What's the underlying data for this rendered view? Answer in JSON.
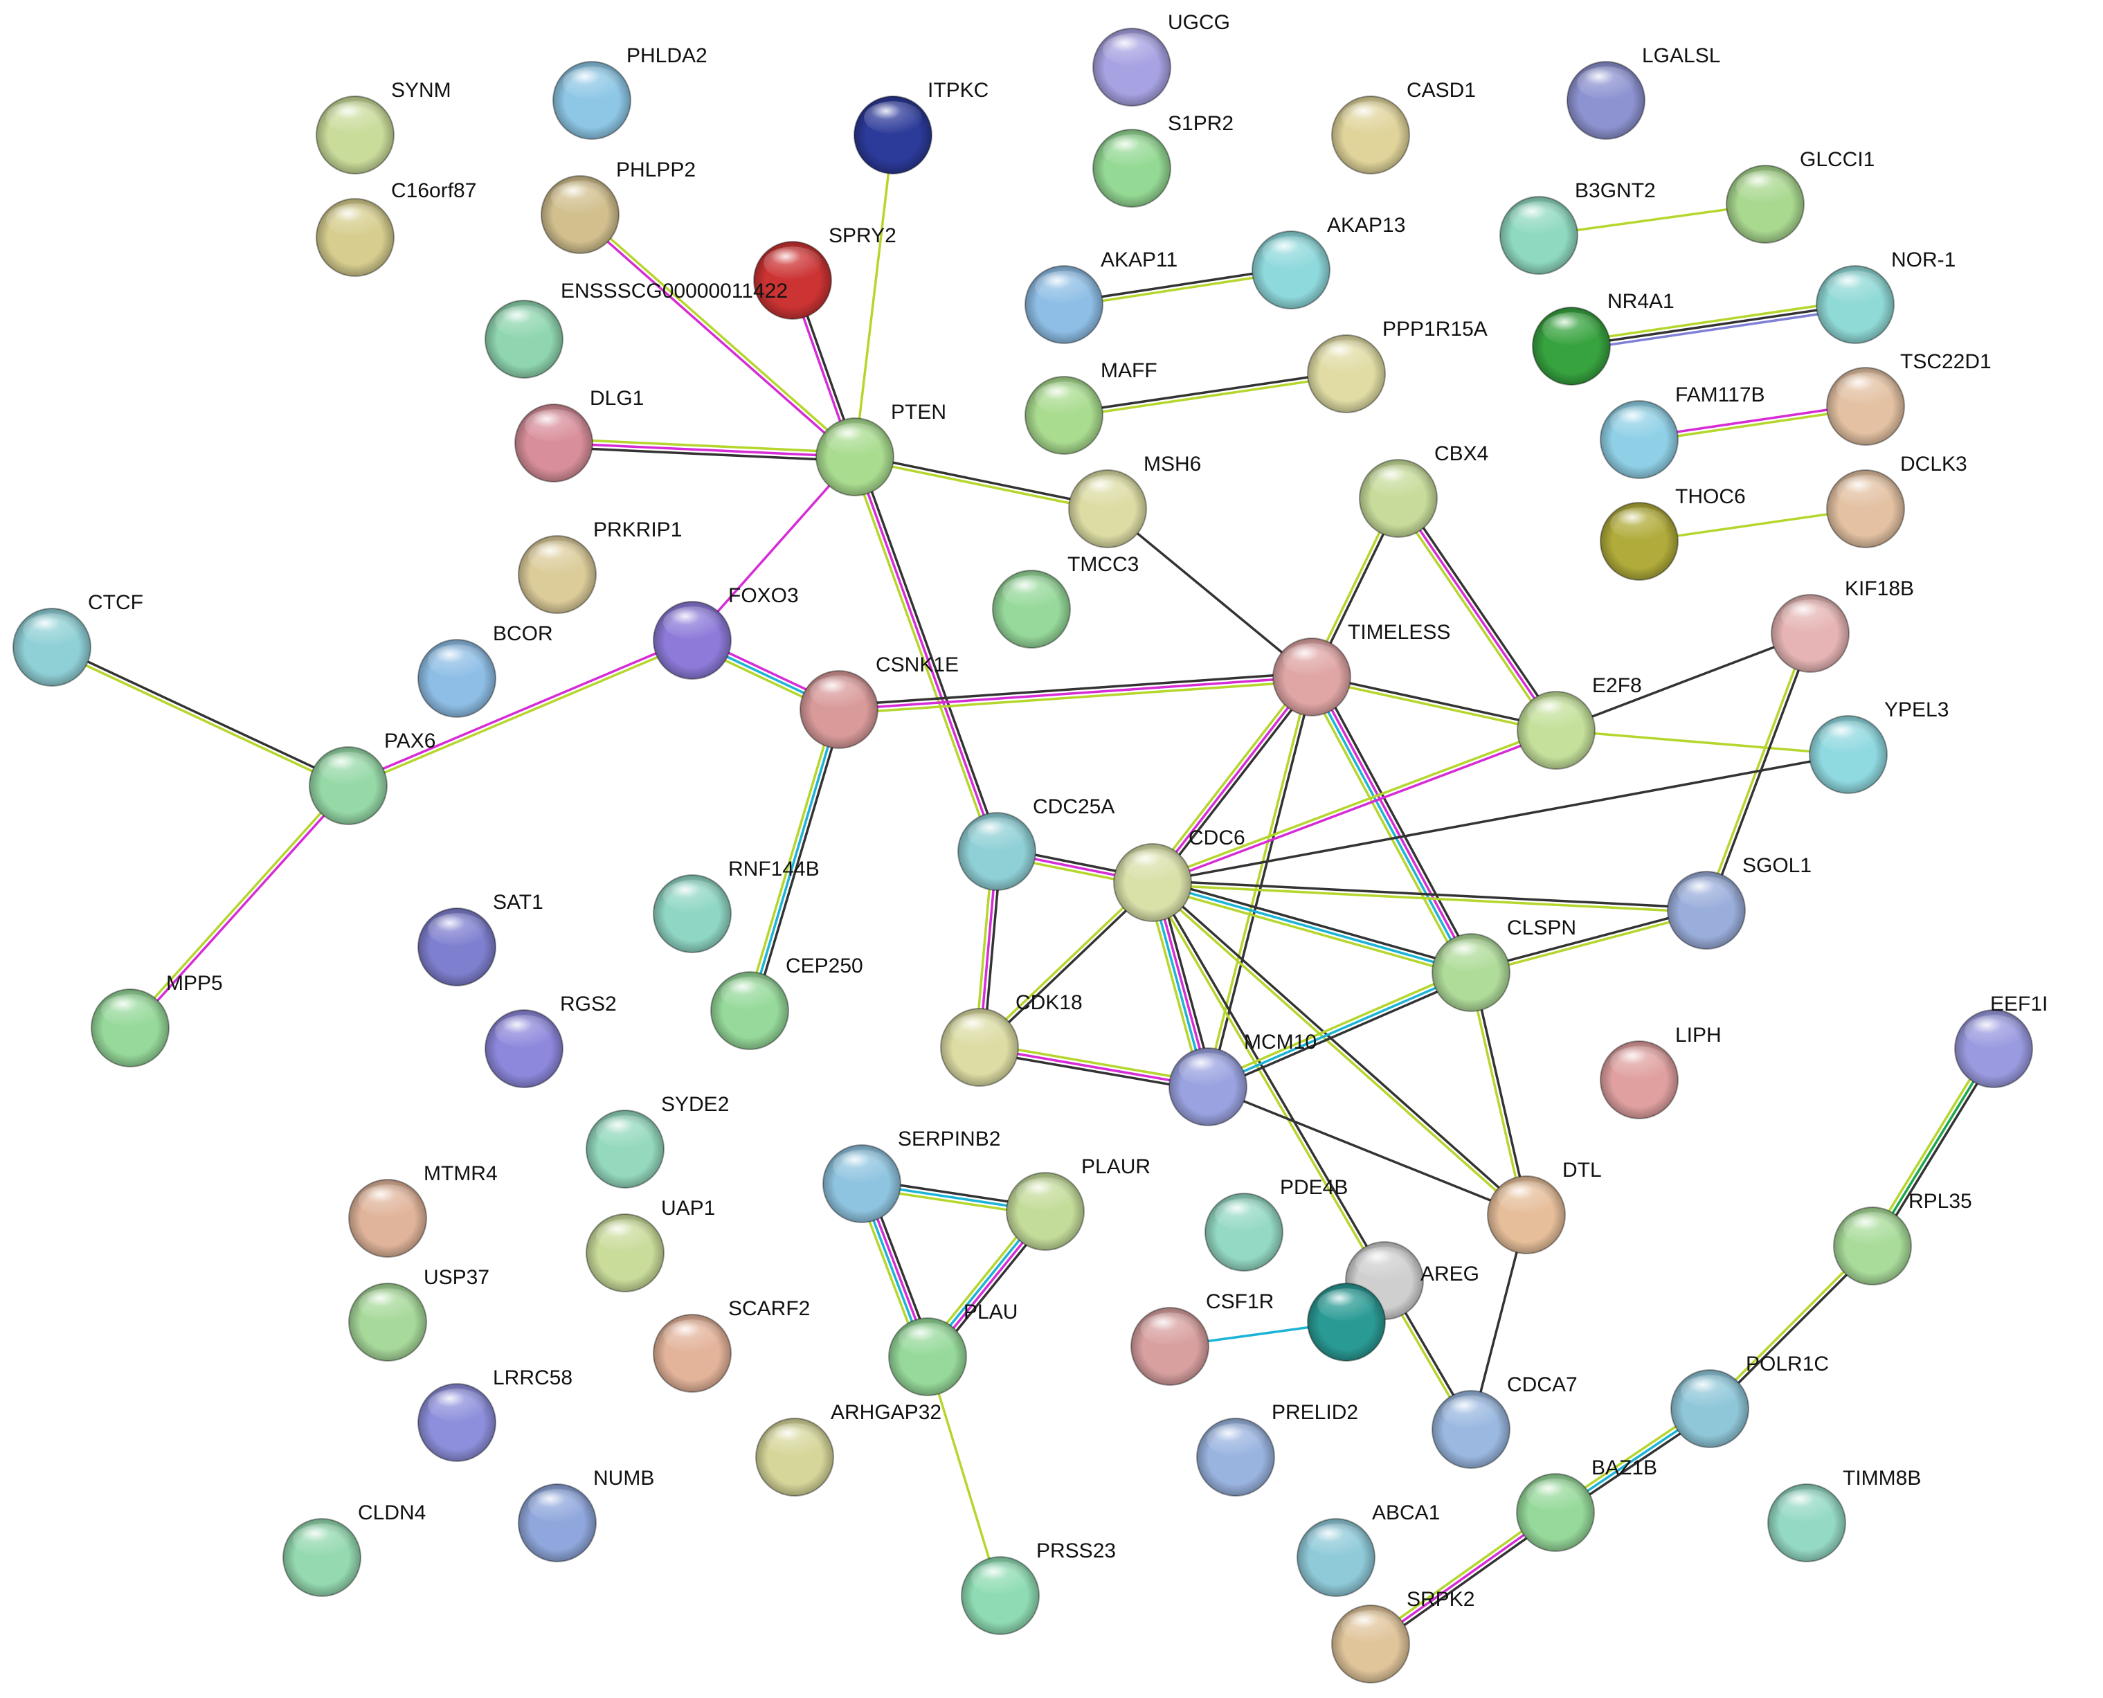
{
  "nodes": [
    {
      "id": "SYNM",
      "color": "#c9dc9a"
    },
    {
      "id": "C16orf87",
      "color": "#d6cd8e"
    },
    {
      "id": "PHLDA2",
      "color": "#8ec7e6"
    },
    {
      "id": "PHLPP2",
      "color": "#d2bf8e"
    },
    {
      "id": "ITPKC",
      "color": "#2c3a99"
    },
    {
      "id": "SPRY2",
      "color": "#cc3333"
    },
    {
      "id": "ENSSSCG00000011422",
      "color": "#8fd6b0"
    },
    {
      "id": "UGCG",
      "color": "#a7a2e2"
    },
    {
      "id": "S1PR2",
      "color": "#94d994"
    },
    {
      "id": "CASD1",
      "color": "#e0d49a"
    },
    {
      "id": "LGALSL",
      "color": "#8d93d1"
    },
    {
      "id": "GLCCI1",
      "color": "#a9d88f"
    },
    {
      "id": "B3GNT2",
      "color": "#8fd9c0"
    },
    {
      "id": "AKAP11",
      "color": "#8ebee6"
    },
    {
      "id": "AKAP13",
      "color": "#8ed9dc"
    },
    {
      "id": "NR4A1",
      "color": "#37a33f"
    },
    {
      "id": "NOR-1",
      "color": "#8fd9d6"
    },
    {
      "id": "MAFF",
      "color": "#a9dc8f"
    },
    {
      "id": "PPP1R15A",
      "color": "#e0dca4"
    },
    {
      "id": "DLG1",
      "color": "#d98f9b"
    },
    {
      "id": "PTEN",
      "color": "#a9dc8f"
    },
    {
      "id": "MSH6",
      "color": "#dcdca4"
    },
    {
      "id": "CBX4",
      "color": "#c7dc9a"
    },
    {
      "id": "FAM117B",
      "color": "#8fd0e6"
    },
    {
      "id": "TSC22D1",
      "color": "#e3c1a2"
    },
    {
      "id": "THOC6",
      "color": "#b0ab3a"
    },
    {
      "id": "DCLK3",
      "color": "#e3c1a2"
    },
    {
      "id": "PRKRIP1",
      "color": "#dccc9a"
    },
    {
      "id": "TMCC3",
      "color": "#96d99a"
    },
    {
      "id": "KIF18B",
      "color": "#e6b4b4"
    },
    {
      "id": "CTCF",
      "color": "#8fd0d6"
    },
    {
      "id": "BCOR",
      "color": "#8ebee6"
    },
    {
      "id": "FOXO3",
      "color": "#8d7ad9"
    },
    {
      "id": "CSNK1E",
      "color": "#d99a9a"
    },
    {
      "id": "TIMELESS",
      "color": "#e0a5a5"
    },
    {
      "id": "E2F8",
      "color": "#c4e09a"
    },
    {
      "id": "YPEL3",
      "color": "#8fd9e0"
    },
    {
      "id": "PAX6",
      "color": "#96d9a7"
    },
    {
      "id": "CDC25A",
      "color": "#8fd0d6"
    },
    {
      "id": "CDC6",
      "color": "#d9e0a8"
    },
    {
      "id": "RNF144B",
      "color": "#8fd6c4"
    },
    {
      "id": "SGOL1",
      "color": "#9aaedb"
    },
    {
      "id": "SAT1",
      "color": "#7f7fd0"
    },
    {
      "id": "CEP250",
      "color": "#96d99a"
    },
    {
      "id": "CLSPN",
      "color": "#b0dc9a"
    },
    {
      "id": "MPP5",
      "color": "#96d99a"
    },
    {
      "id": "RGS2",
      "color": "#8d88dc"
    },
    {
      "id": "CDK18",
      "color": "#dcdca4"
    },
    {
      "id": "MCM10",
      "color": "#9aa2e0"
    },
    {
      "id": "LIPH",
      "color": "#e0a0a0"
    },
    {
      "id": "EEF1I",
      "color": "#9a9ae0"
    },
    {
      "id": "SYDE2",
      "color": "#94d9be"
    },
    {
      "id": "MTMR4",
      "color": "#e0b49a"
    },
    {
      "id": "SERPINB2",
      "color": "#8fc4e0"
    },
    {
      "id": "PLAUR",
      "color": "#c4dc9a"
    },
    {
      "id": "UAP1",
      "color": "#c9dc9a"
    },
    {
      "id": "PDE4B",
      "color": "#94d9c4"
    },
    {
      "id": "DTL",
      "color": "#e6be9a"
    },
    {
      "id": "RPL35",
      "color": "#a9dc9a"
    },
    {
      "id": "USP37",
      "color": "#a7d99a"
    },
    {
      "id": "AREG",
      "color": null
    },
    {
      "id": "SCARF2",
      "color": "#e3b39a"
    },
    {
      "id": "PLAU",
      "color": "#96d99a"
    },
    {
      "id": "CSF1R",
      "color": "#d9a0a0"
    },
    {
      "id": "ANON-TEAL",
      "color": "#2a9a94",
      "nolabel": true
    },
    {
      "id": "LRRC58",
      "color": "#8d8fdc"
    },
    {
      "id": "CDCA7",
      "color": "#9ab8e0"
    },
    {
      "id": "POLR1C",
      "color": "#8fc7d9"
    },
    {
      "id": "ARHGAP32",
      "color": "#d6d69a"
    },
    {
      "id": "PRELID2",
      "color": "#9ab4e0"
    },
    {
      "id": "NUMB",
      "color": "#8fa7dc"
    },
    {
      "id": "BAZ1B",
      "color": "#96d99a"
    },
    {
      "id": "TIMM8B",
      "color": "#94d9c4"
    },
    {
      "id": "CLDN4",
      "color": "#94d9b0"
    },
    {
      "id": "ABCA1",
      "color": "#8fcad9"
    },
    {
      "id": "PRSS23",
      "color": "#8fdcb4"
    },
    {
      "id": "SRPK2",
      "color": "#e0c49a"
    }
  ],
  "edges": [
    {
      "source": "PTEN",
      "target": "ITPKC",
      "colors": [
        "#b5d62c"
      ]
    },
    {
      "source": "PTEN",
      "target": "SPRY2",
      "colors": [
        "#d62cd6",
        "#333333"
      ]
    },
    {
      "source": "PTEN",
      "target": "PHLPP2",
      "colors": [
        "#d62cd6",
        "#b5d62c"
      ]
    },
    {
      "source": "PTEN",
      "target": "DLG1",
      "colors": [
        "#333333",
        "#d62cd6",
        "#b5d62c"
      ]
    },
    {
      "source": "PTEN",
      "target": "MSH6",
      "colors": [
        "#333333",
        "#b5d62c"
      ]
    },
    {
      "source": "PTEN",
      "target": "FOXO3",
      "colors": [
        "#d62cd6"
      ]
    },
    {
      "source": "PTEN",
      "target": "CDC25A",
      "colors": [
        "#333333",
        "#d62cd6",
        "#b5d62c"
      ]
    },
    {
      "source": "AKAP11",
      "target": "AKAP13",
      "colors": [
        "#333333",
        "#b5d62c"
      ]
    },
    {
      "source": "B3GNT2",
      "target": "GLCCI1",
      "colors": [
        "#b5d62c"
      ]
    },
    {
      "source": "NR4A1",
      "target": "NOR-1",
      "colors": [
        "#b5d62c",
        "#333333",
        "#7f7fd6"
      ]
    },
    {
      "source": "MAFF",
      "target": "PPP1R15A",
      "colors": [
        "#333333",
        "#b5d62c"
      ]
    },
    {
      "source": "FAM117B",
      "target": "TSC22D1",
      "colors": [
        "#d62cd6",
        "#b5d62c"
      ]
    },
    {
      "source": "THOC6",
      "target": "DCLK3",
      "colors": [
        "#b5d62c"
      ]
    },
    {
      "source": "CTCF",
      "target": "PAX6",
      "colors": [
        "#333333",
        "#b5d62c"
      ]
    },
    {
      "source": "PAX6",
      "target": "FOXO3",
      "colors": [
        "#d62cd6",
        "#b5d62c"
      ]
    },
    {
      "source": "PAX6",
      "target": "MPP5",
      "colors": [
        "#d62cd6",
        "#b5d62c"
      ]
    },
    {
      "source": "FOXO3",
      "target": "CSNK1E",
      "colors": [
        "#d62cd6",
        "#1bb3d6",
        "#b5d62c"
      ]
    },
    {
      "source": "CSNK1E",
      "target": "TIMELESS",
      "colors": [
        "#333333",
        "#d62cd6",
        "#b5d62c"
      ]
    },
    {
      "source": "CSNK1E",
      "target": "CEP250",
      "colors": [
        "#333333",
        "#1bb3d6",
        "#b5d62c"
      ]
    },
    {
      "source": "MSH6",
      "target": "TIMELESS",
      "colors": [
        "#333333"
      ]
    },
    {
      "source": "CBX4",
      "target": "TIMELESS",
      "colors": [
        "#333333",
        "#b5d62c"
      ]
    },
    {
      "source": "CBX4",
      "target": "E2F8",
      "colors": [
        "#333333",
        "#d62cd6",
        "#b5d62c"
      ]
    },
    {
      "source": "TIMELESS",
      "target": "E2F8",
      "colors": [
        "#333333",
        "#b5d62c"
      ]
    },
    {
      "source": "TIMELESS",
      "target": "CDC6",
      "colors": [
        "#333333",
        "#d62cd6",
        "#b5d62c"
      ]
    },
    {
      "source": "TIMELESS",
      "target": "CLSPN",
      "colors": [
        "#333333",
        "#d62cd6",
        "#1bb3d6",
        "#b5d62c"
      ]
    },
    {
      "source": "TIMELESS",
      "target": "MCM10",
      "colors": [
        "#333333",
        "#b5d62c"
      ]
    },
    {
      "source": "E2F8",
      "target": "KIF18B",
      "colors": [
        "#333333"
      ]
    },
    {
      "source": "E2F8",
      "target": "YPEL3",
      "colors": [
        "#b5d62c"
      ]
    },
    {
      "source": "E2F8",
      "target": "CDC6",
      "colors": [
        "#d62cd6",
        "#b5d62c"
      ]
    },
    {
      "source": "KIF18B",
      "target": "SGOL1",
      "colors": [
        "#333333",
        "#b5d62c"
      ]
    },
    {
      "source": "YPEL3",
      "target": "CDC6",
      "colors": [
        "#333333"
      ]
    },
    {
      "source": "CDC25A",
      "target": "CDC6",
      "colors": [
        "#333333",
        "#d62cd6",
        "#b5d62c"
      ]
    },
    {
      "source": "CDC25A",
      "target": "CDK18",
      "colors": [
        "#333333",
        "#d62cd6",
        "#b5d62c"
      ]
    },
    {
      "source": "CDC6",
      "target": "CDK18",
      "colors": [
        "#333333",
        "#b5d62c"
      ]
    },
    {
      "source": "CDC6",
      "target": "MCM10",
      "colors": [
        "#333333",
        "#d62cd6",
        "#1bb3d6",
        "#b5d62c"
      ]
    },
    {
      "source": "CDC6",
      "target": "CLSPN",
      "colors": [
        "#333333",
        "#1bb3d6",
        "#b5d62c"
      ]
    },
    {
      "source": "CDC6",
      "target": "SGOL1",
      "colors": [
        "#333333",
        "#b5d62c"
      ]
    },
    {
      "source": "CDC6",
      "target": "DTL",
      "colors": [
        "#333333",
        "#b5d62c"
      ]
    },
    {
      "source": "CDC6",
      "target": "CDCA7",
      "colors": [
        "#333333",
        "#b5d62c"
      ]
    },
    {
      "source": "CLSPN",
      "target": "SGOL1",
      "colors": [
        "#333333",
        "#b5d62c"
      ]
    },
    {
      "source": "CLSPN",
      "target": "MCM10",
      "colors": [
        "#333333",
        "#1bb3d6",
        "#b5d62c"
      ]
    },
    {
      "source": "CLSPN",
      "target": "DTL",
      "colors": [
        "#333333",
        "#b5d62c"
      ]
    },
    {
      "source": "MCM10",
      "target": "CDK18",
      "colors": [
        "#333333",
        "#d62cd6",
        "#b5d62c"
      ]
    },
    {
      "source": "MCM10",
      "target": "DTL",
      "colors": [
        "#333333"
      ]
    },
    {
      "source": "DTL",
      "target": "CDCA7",
      "colors": [
        "#333333"
      ]
    },
    {
      "source": "SERPINB2",
      "target": "PLAUR",
      "colors": [
        "#333333",
        "#1bb3d6",
        "#b5d62c"
      ]
    },
    {
      "source": "SERPINB2",
      "target": "PLAU",
      "colors": [
        "#333333",
        "#d62cd6",
        "#1bb3d6",
        "#b5d62c"
      ]
    },
    {
      "source": "PLAUR",
      "target": "PLAU",
      "colors": [
        "#333333",
        "#d62cd6",
        "#1bb3d6",
        "#b5d62c"
      ]
    },
    {
      "source": "PLAU",
      "target": "PRSS23",
      "colors": [
        "#b5d62c"
      ]
    },
    {
      "source": "CSF1R",
      "target": "ANON-TEAL",
      "colors": [
        "#1bb3d6"
      ]
    },
    {
      "source": "EEF1I",
      "target": "RPL35",
      "colors": [
        "#333333",
        "#1aa64a",
        "#b5d62c"
      ]
    },
    {
      "source": "RPL35",
      "target": "POLR1C",
      "colors": [
        "#333333",
        "#b5d62c"
      ]
    },
    {
      "source": "POLR1C",
      "target": "BAZ1B",
      "colors": [
        "#333333",
        "#1bb3d6",
        "#b5d62c"
      ]
    },
    {
      "source": "BAZ1B",
      "target": "SRPK2",
      "colors": [
        "#333333",
        "#d62cd6",
        "#b5d62c"
      ]
    }
  ]
}
